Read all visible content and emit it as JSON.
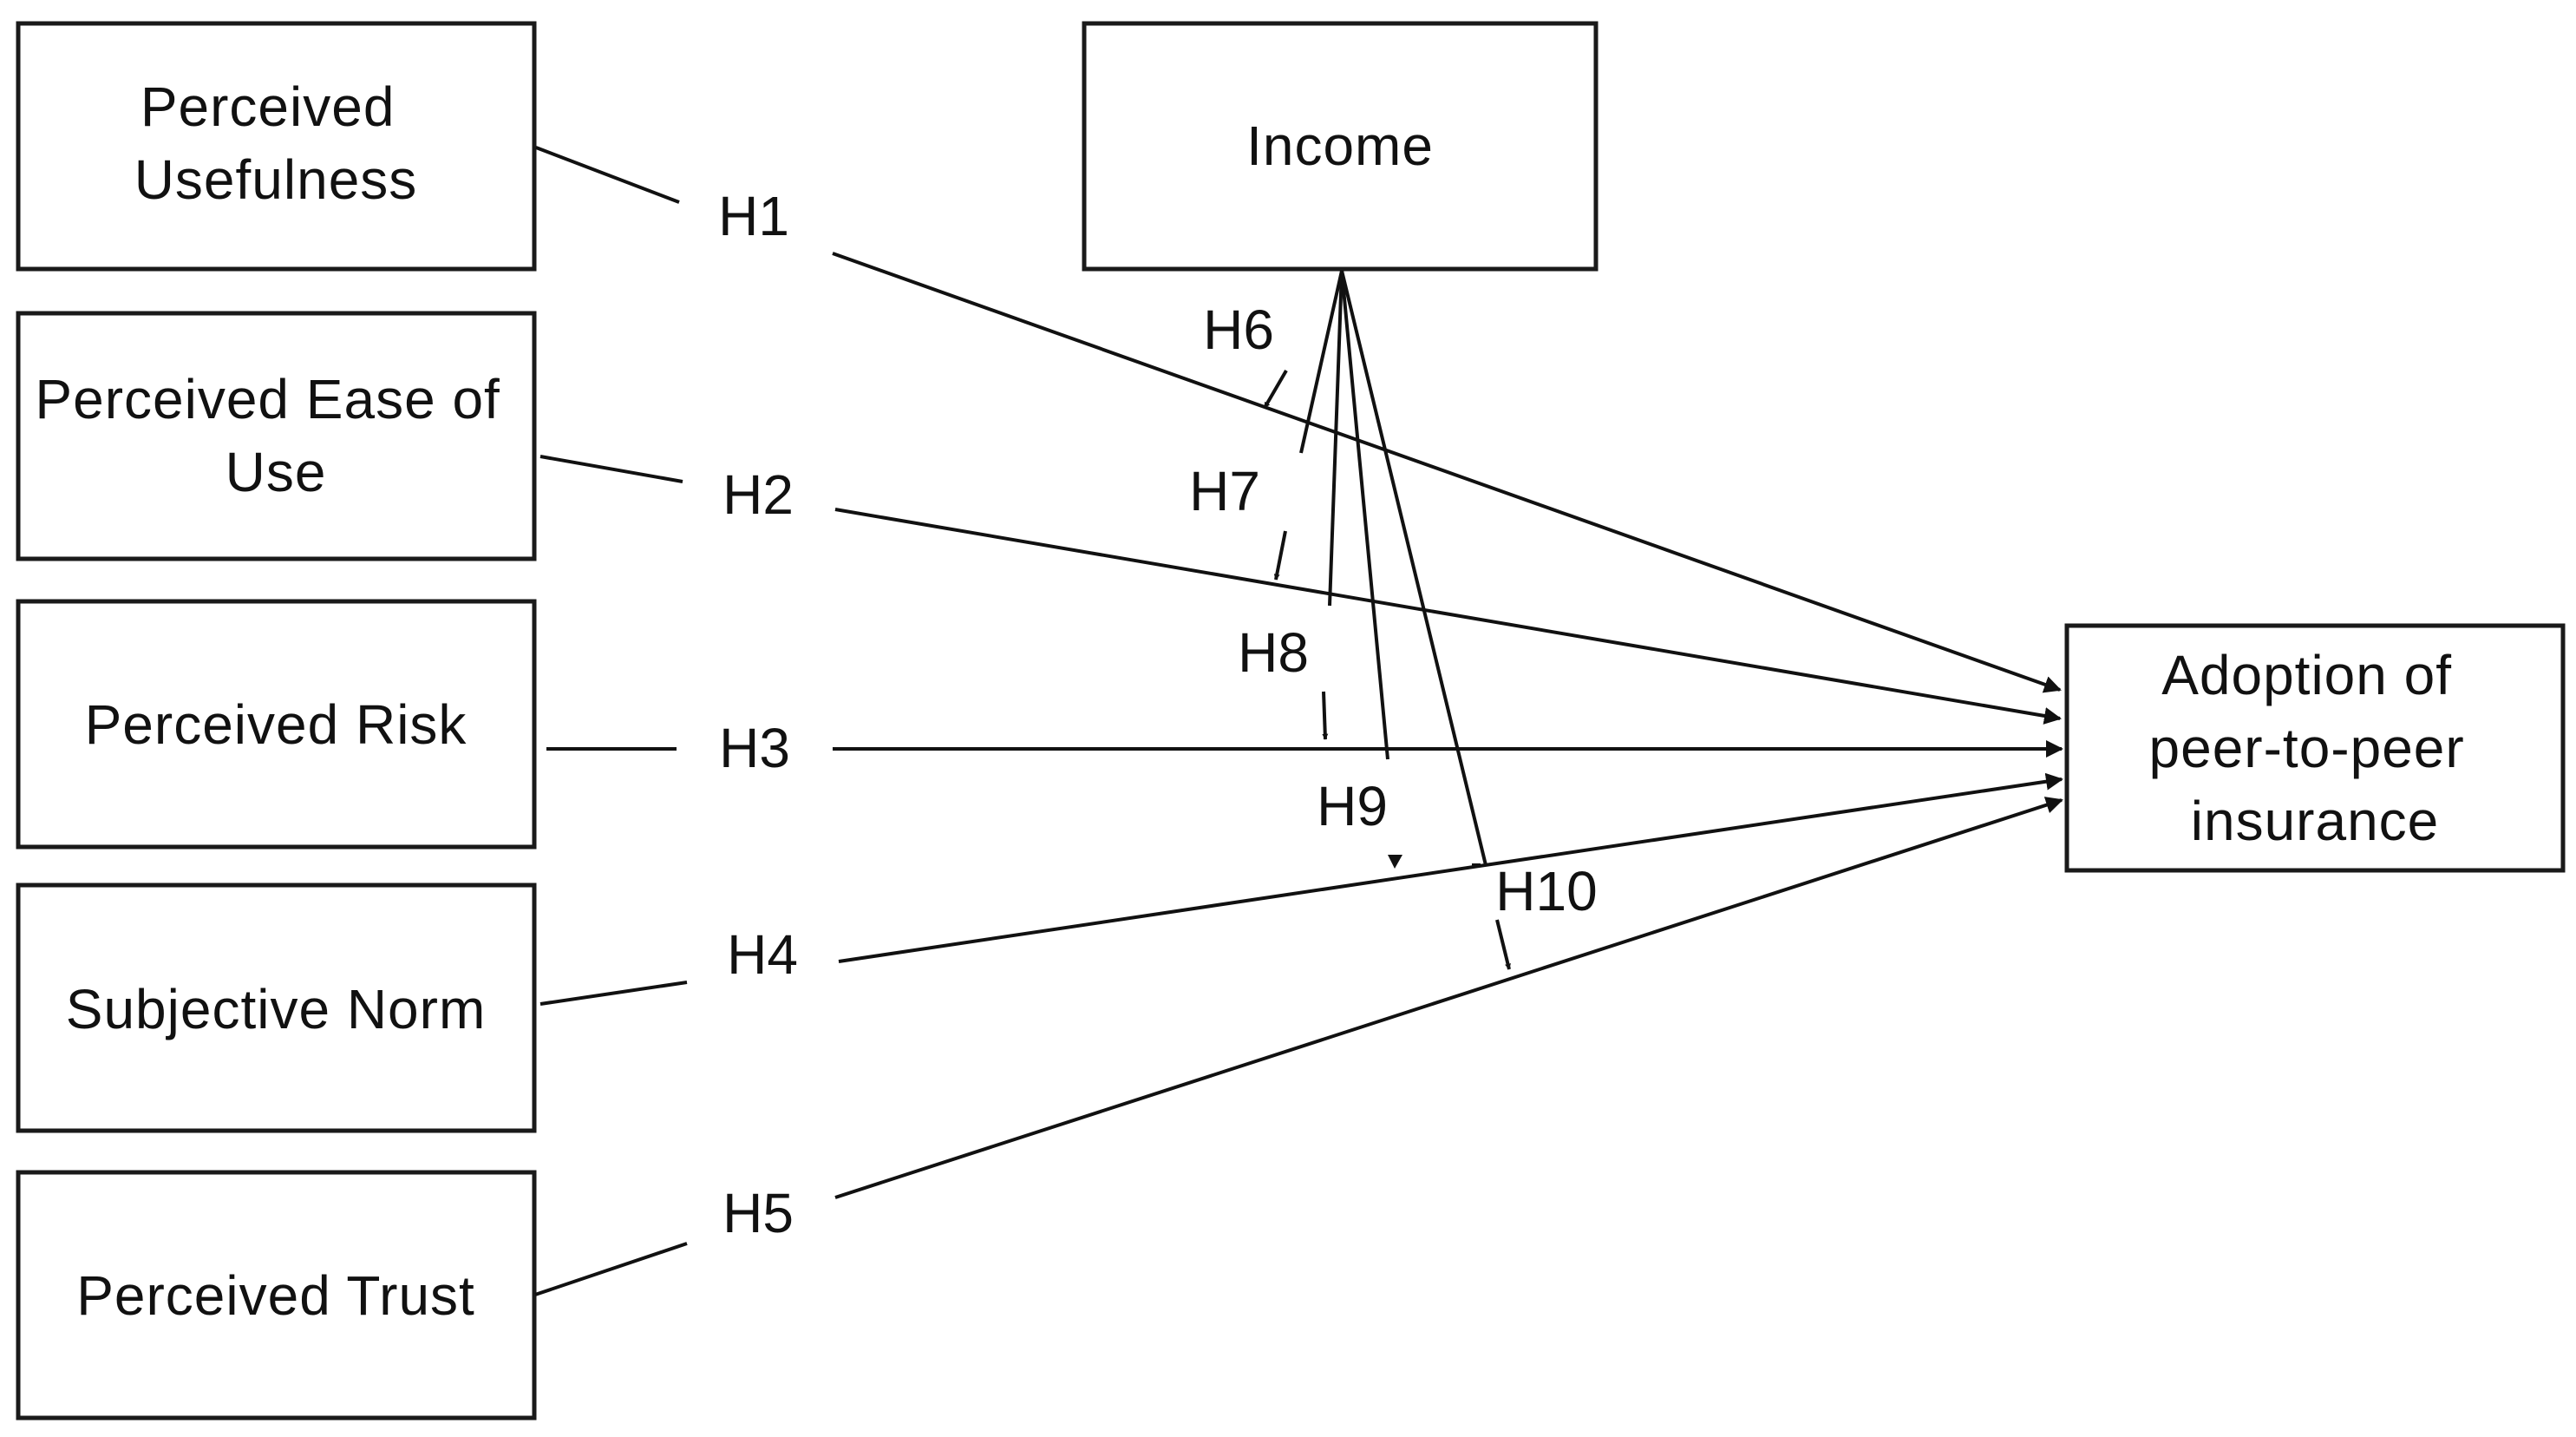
{
  "nodes": {
    "perceived_usefulness": [
      "Perceived",
      "Usefulness"
    ],
    "perceived_ease_of_use": [
      "Perceived Ease of",
      "Use"
    ],
    "perceived_risk": [
      "Perceived Risk"
    ],
    "subjective_norm": [
      "Subjective Norm"
    ],
    "perceived_trust": [
      "Perceived Trust"
    ],
    "income": [
      "Income"
    ],
    "adoption": [
      "Adoption of",
      "peer-to-peer",
      "insurance"
    ]
  },
  "hypotheses": {
    "h1": "H1",
    "h2": "H2",
    "h3": "H3",
    "h4": "H4",
    "h5": "H5",
    "h6": "H6",
    "h7": "H7",
    "h8": "H8",
    "h9": "H9",
    "h10": "H10"
  },
  "colors": {
    "stroke": "#111111",
    "background": "#ffffff"
  }
}
